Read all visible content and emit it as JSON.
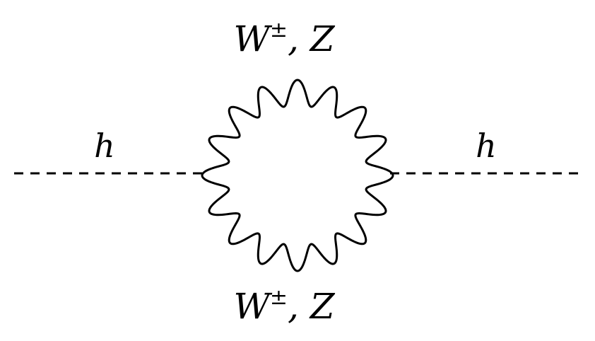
{
  "labels": {
    "h_left": "h",
    "h_right": "h",
    "loop_top_main": "W",
    "loop_top_sup": "±",
    "loop_top_rest": ", Z",
    "loop_bottom_main": "W",
    "loop_bottom_sup": "±",
    "loop_bottom_rest": ", Z"
  },
  "colors": {
    "stroke": "#000000",
    "background": "#ffffff"
  }
}
